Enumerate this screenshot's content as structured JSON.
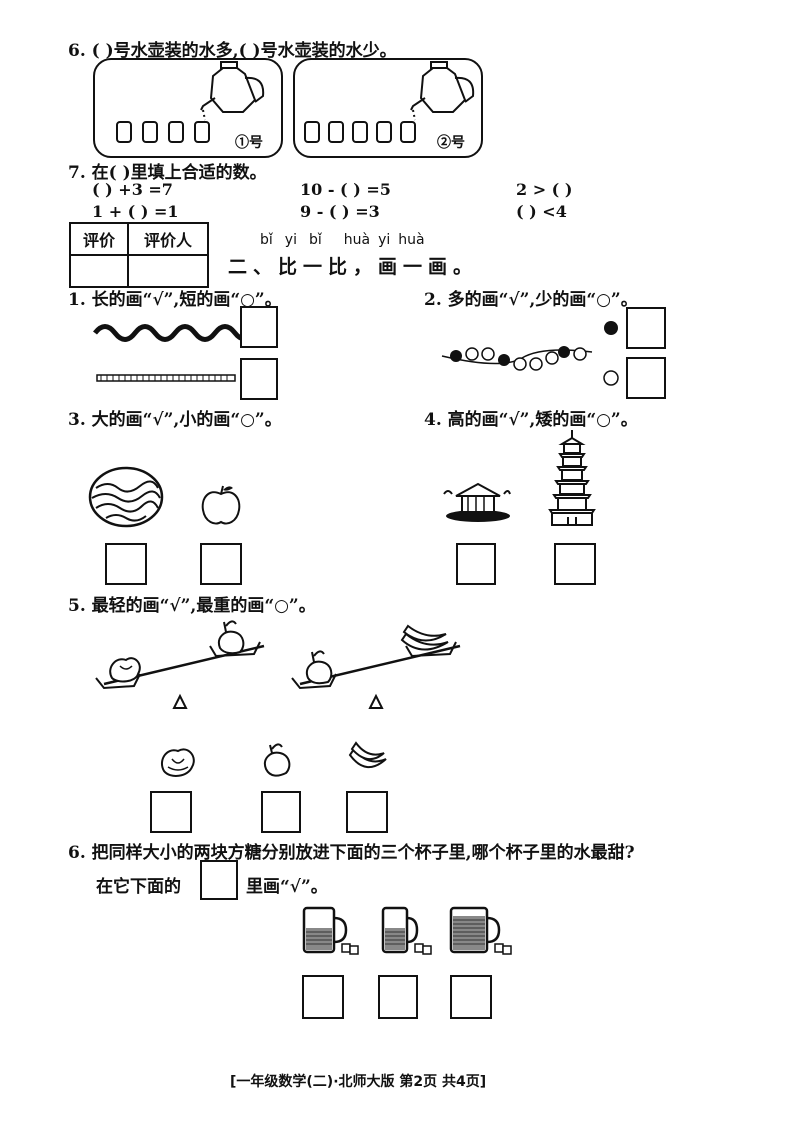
{
  "q6": {
    "text": "6. (          )号水壶装的水多,(          )号水壶装的水少。",
    "kettle1_label": "①号",
    "kettle2_label": "②号"
  },
  "q7": {
    "title": "7. 在(       )里填上合适的数。",
    "row1": [
      "(          ) +3 =7",
      "10 - (          ) =5",
      "2 > (          )"
    ],
    "row2": [
      "1 + (          ) =1",
      "9 - (          ) =3",
      "(          ) <4"
    ]
  },
  "eval_table": {
    "col1": "评价",
    "col2": "评价人"
  },
  "section2": {
    "pinyin": [
      "bǐ",
      "yi",
      "bǐ",
      "huà",
      "yi",
      "huà"
    ],
    "title": "二、比一比，画一画。"
  },
  "p1": {
    "text": "1. 长的画“√”,短的画“○”。"
  },
  "p2": {
    "text": "2. 多的画“√”,少的画“○”。"
  },
  "p3": {
    "text": "3. 大的画“√”,小的画“○”。"
  },
  "p4": {
    "text": "4. 高的画“√”,矮的画“○”。"
  },
  "p5": {
    "text": "5. 最轻的画“√”,最重的画“○”。"
  },
  "p6": {
    "line1": "6. 把同样大小的两块方糖分别放进下面的三个杯子里,哪个杯子里的水最甜?",
    "line2a": "在它下面的",
    "line2b": "里画“√”。"
  },
  "footer": "[一年级数学(二)·北师大版   第2页   共4页]"
}
